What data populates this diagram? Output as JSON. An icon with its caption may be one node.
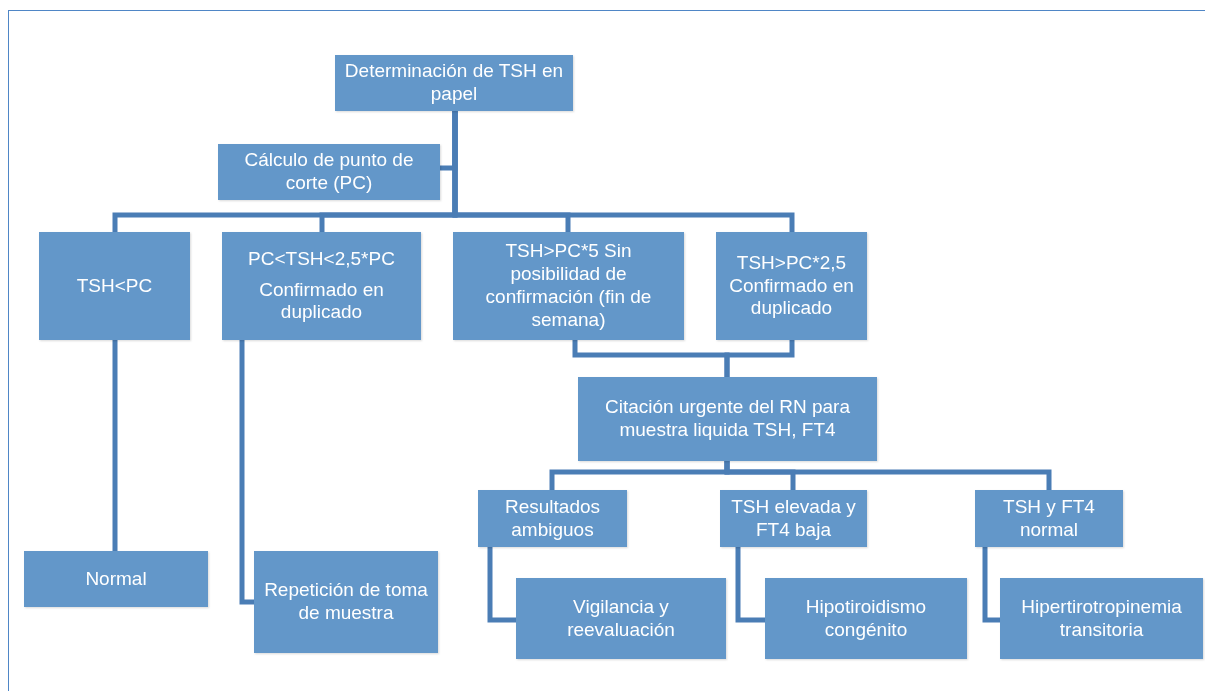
{
  "diagram": {
    "nodes": [
      {
        "text": [
          "Determinación de TSH en papel"
        ]
      },
      {
        "text": [
          "Cálculo de punto de corte (PC)"
        ]
      },
      {
        "text": [
          "TSH<PC"
        ]
      },
      {
        "text": [
          "PC<TSH<2,5*PC",
          "Confirmado en duplicado"
        ]
      },
      {
        "text": [
          "TSH>PC*5 Sin posibilidad de confirmación (fin de semana)"
        ]
      },
      {
        "text": [
          "TSH>PC*2,5 Confirmado en duplicado"
        ]
      },
      {
        "text": [
          "Citación urgente del RN para muestra liquida TSH, FT4"
        ]
      },
      {
        "text": [
          "Resultados ambiguos"
        ]
      },
      {
        "text": [
          "TSH elevada y FT4 baja"
        ]
      },
      {
        "text": [
          "TSH y FT4 normal"
        ]
      },
      {
        "text": [
          "Normal"
        ]
      },
      {
        "text": [
          "Repetición de toma de muestra"
        ]
      },
      {
        "text": [
          "Vigilancia y reevaluación"
        ]
      },
      {
        "text": [
          "Hipotiroidismo congénito"
        ]
      },
      {
        "text": [
          "Hipertirotropinemia transitoria"
        ]
      }
    ],
    "edges": [
      {
        "from": 0,
        "to": 1,
        "arrow": "none"
      },
      {
        "from": 0,
        "to": 2,
        "arrow": "none"
      },
      {
        "from": 0,
        "to": 3,
        "arrow": "none"
      },
      {
        "from": 0,
        "to": 4,
        "arrow": "none"
      },
      {
        "from": 0,
        "to": 5,
        "arrow": "none"
      },
      {
        "from": 4,
        "to": 6,
        "arrow": "none"
      },
      {
        "from": 5,
        "to": 6,
        "arrow": "none"
      },
      {
        "from": 6,
        "to": 7,
        "arrow": "none"
      },
      {
        "from": 6,
        "to": 8,
        "arrow": "none"
      },
      {
        "from": 6,
        "to": 9,
        "arrow": "none"
      },
      {
        "from": 2,
        "to": 10,
        "arrow": "none"
      },
      {
        "from": 3,
        "to": 11,
        "arrow": "none"
      },
      {
        "from": 7,
        "to": 12,
        "arrow": "none"
      },
      {
        "from": 8,
        "to": 13,
        "arrow": "none"
      },
      {
        "from": 9,
        "to": 14,
        "arrow": "none"
      }
    ]
  }
}
